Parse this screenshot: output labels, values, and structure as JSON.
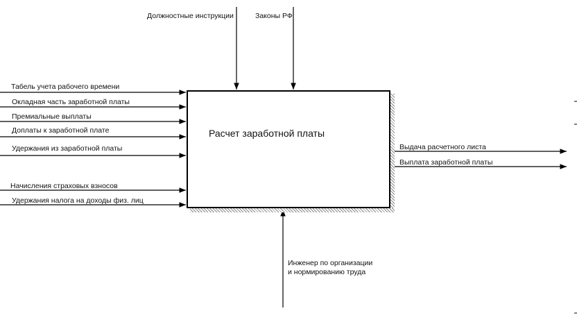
{
  "diagram": {
    "function_title": "Расчет заработной платы",
    "controls": [
      "Должностные инструкции",
      "Законы РФ"
    ],
    "inputs": [
      "Табель учета рабочего времени",
      "Окладная часть заработной платы",
      "Премиальные выплаты",
      "Доплаты к заработной плате",
      "Удержания из заработной платы",
      "Начисления страховых взносов",
      "Удержания налога на доходы физ. лиц"
    ],
    "outputs": [
      "Выдача расчетного листа",
      "Выплата заработной платы"
    ],
    "mechanism": {
      "line1": "Инженер по организации",
      "line2": "и нормированию труда"
    }
  }
}
